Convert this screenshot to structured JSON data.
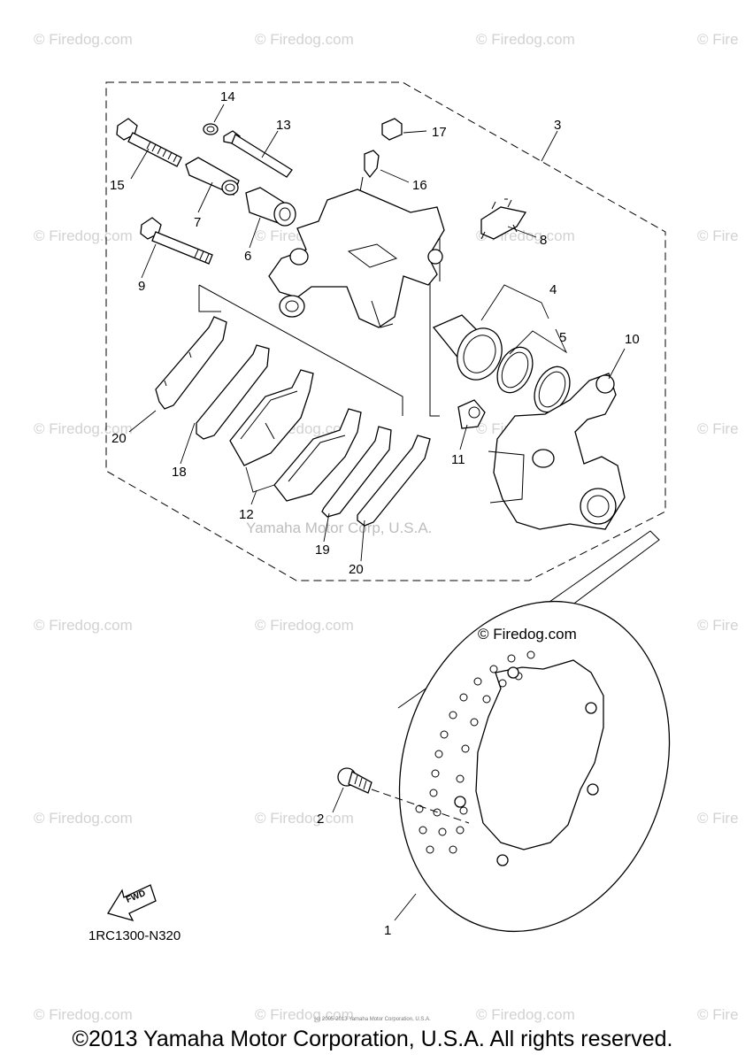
{
  "watermark": "© Firedog.com",
  "watermark_short": "© Fire",
  "center_watermark": "Yamaha Motor Corp, U.S.A.",
  "disc_watermark": "© Firedog.com",
  "diagram_code": "1RC1300-N320",
  "fwd_label": "FWD",
  "copyright": "©2013 Yamaha Motor Corporation, U.S.A. All rights reserved.",
  "tiny_line": "(c) 2005-2013 Yamaha Motor Corporation, U.S.A.",
  "callouts": {
    "c1": "1",
    "c2": "2",
    "c3": "3",
    "c4": "4",
    "c5": "5",
    "c6": "6",
    "c7": "7",
    "c8": "8",
    "c9": "9",
    "c10": "10",
    "c11": "11",
    "c12": "12",
    "c13": "13",
    "c14": "14",
    "c15": "15",
    "c16": "16",
    "c17": "17",
    "c18": "18",
    "c19": "19",
    "c20a": "20",
    "c20b": "20"
  }
}
